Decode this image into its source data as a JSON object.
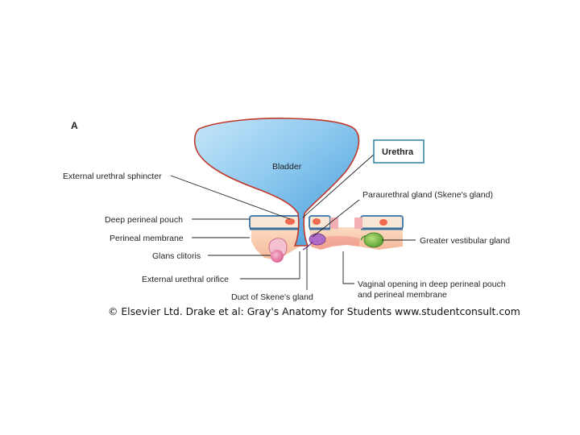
{
  "figure": {
    "panel_label": "A",
    "labels": {
      "bladder": "Bladder",
      "urethra": "Urethra",
      "external_urethral_sphincter": "External urethral sphincter",
      "paraurethral_gland": "Paraurethral gland (Skene's gland)",
      "deep_perineal_pouch": "Deep perineal pouch",
      "perineal_membrane": "Perineal membrane",
      "greater_vestibular_gland": "Greater vestibular gland",
      "glans_clitoris": "Glans clitoris",
      "external_urethral_orifice": "External urethral orifice",
      "vaginal_opening_line1": "Vaginal opening in deep perineal pouch",
      "vaginal_opening_line2": "and perineal membrane",
      "duct_of_skenes_gland": "Duct of Skene's gland"
    },
    "colors": {
      "bladder_fill": "#8ec9ef",
      "bladder_outline": "#c0392b",
      "tissue": "#f7c9a8",
      "gland": "#7cc242",
      "pink": "#e87da4",
      "membrane_blue": "#5b8fbf"
    }
  },
  "credit": "© Elsevier Ltd. Drake et al: Gray's Anatomy for Students www.studentconsult.com"
}
